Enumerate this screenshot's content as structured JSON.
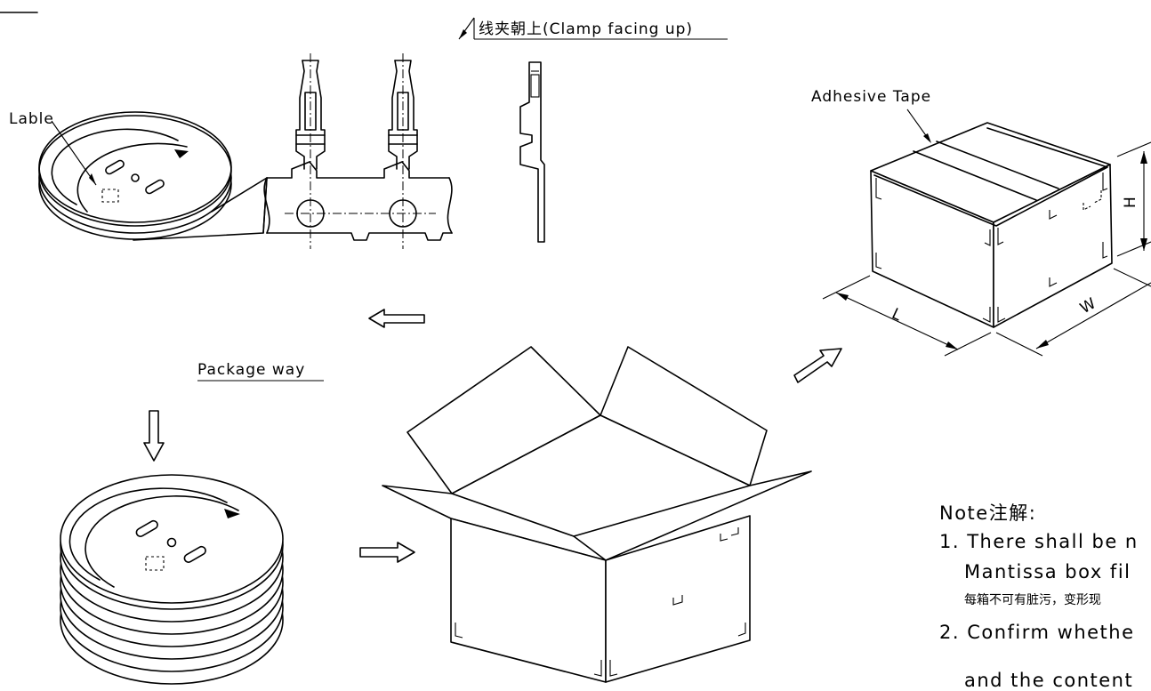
{
  "labels": {
    "clamp_direction": "线夹朝上(Clamp facing up)",
    "lable": "Lable",
    "package_way": "Package way",
    "adhesive_tape": "Adhesive Tape",
    "dim_h": "H",
    "dim_l": "L",
    "dim_w": "W"
  },
  "notes": {
    "title": "Note注解:",
    "line1": "1. There shall be n",
    "line1b": "Mantissa box fil",
    "line1_cn": "每箱不可有脏污，变形现",
    "line2": "2. Confirm whethe",
    "line2b": "and the content"
  }
}
